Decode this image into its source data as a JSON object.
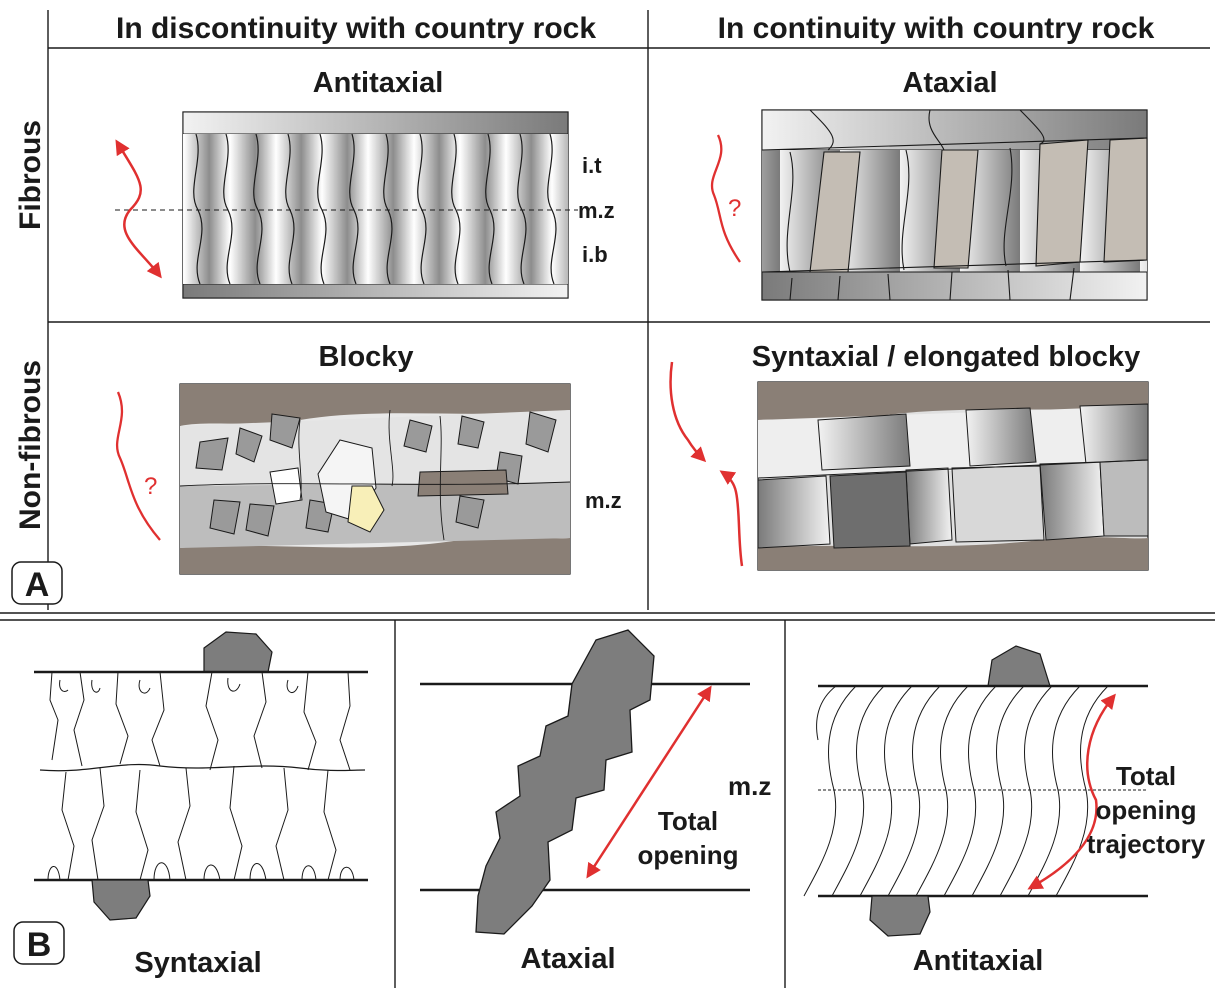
{
  "part_a": {
    "column_headers": [
      "In discontinuity with country rock",
      "In continuity with country rock"
    ],
    "row_labels": [
      "Fibrous",
      "Non-fibrous"
    ],
    "titles": {
      "antitaxial": "Antitaxial",
      "ataxial": "Ataxial",
      "blocky": "Blocky",
      "syntaxial": "Syntaxial / elongated blocky"
    },
    "annotations": {
      "it": "i.t",
      "mz": "m.z",
      "ib": "i.b",
      "question": "?"
    },
    "panel_label": "A"
  },
  "part_b": {
    "panel_label": "B",
    "captions": [
      "Syntaxial",
      "Ataxial",
      "Antitaxial"
    ],
    "mz_label": "m.z",
    "total_opening_lines": [
      "Total",
      "opening"
    ],
    "trajectory_lines": [
      "Total",
      "opening",
      "trajectory"
    ]
  },
  "colors": {
    "arrow": "#e03030",
    "grain_dark": "#7d7d7d",
    "country_rock": "#8a7f76",
    "highlight": "#f8efb8",
    "line": "#1a1a1a"
  }
}
